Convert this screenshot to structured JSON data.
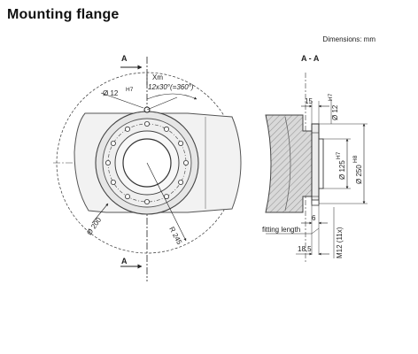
{
  "title": "Mounting flange",
  "units_note": "Dimensions: mm",
  "front_view": {
    "section_marker_top": "A",
    "section_marker_bottom": "A",
    "xm_label": "Xm",
    "hole_callout": "12x30°(=360°)",
    "hole_diameter": "Ø 12",
    "hole_tolerance": "H7",
    "bolt_circle": "Ø 200",
    "outer_radius": "R 245"
  },
  "section_view": {
    "heading": "A - A",
    "depth_top": "15",
    "pin_hole_dia": "Ø 12",
    "pin_hole_tol": "H7",
    "bore_dia": "Ø 125",
    "bore_tol": "H7",
    "outer_dia": "Ø 250",
    "outer_tol": "H8",
    "depth_small": "6",
    "fitting_length": "fitting length",
    "thread": "M12 (11x)",
    "depth_bottom": "18,5"
  }
}
